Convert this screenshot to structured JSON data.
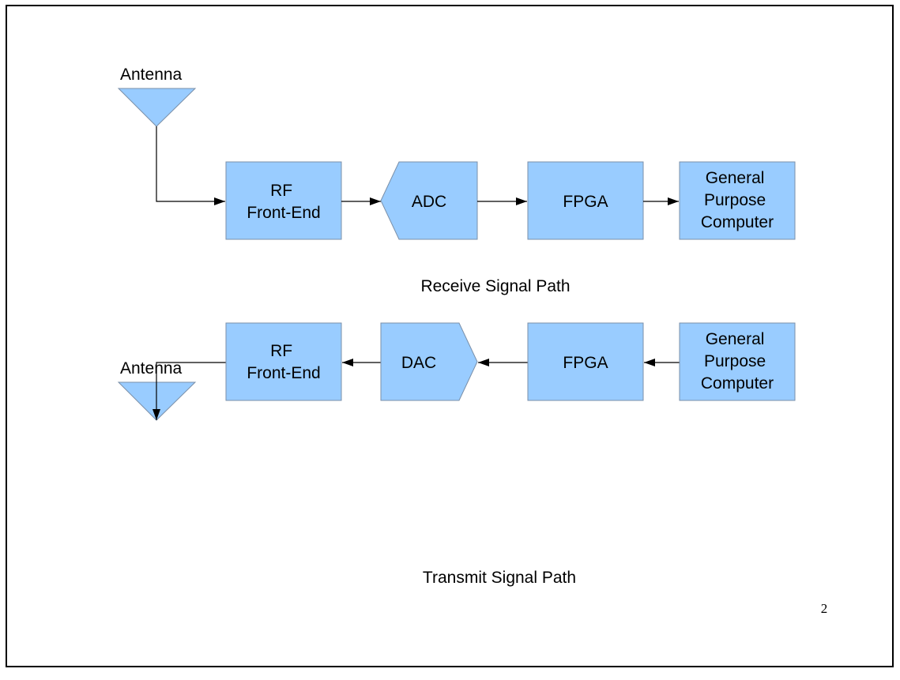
{
  "colors": {
    "block_fill": "#99ccff",
    "line": "#000000",
    "border": "#000000",
    "background": "#ffffff"
  },
  "receive": {
    "antenna": "Antenna",
    "rf_front_end": [
      "RF",
      "Front-End"
    ],
    "adc": "ADC",
    "fpga": "FPGA",
    "computer": [
      "General",
      "Purpose",
      "Computer"
    ],
    "caption": "Receive Signal Path"
  },
  "transmit": {
    "antenna": "Antenna",
    "rf_front_end": [
      "RF",
      "Front-End"
    ],
    "dac": "DAC",
    "fpga": "FPGA",
    "computer": [
      "General",
      "Purpose",
      "Computer"
    ],
    "caption": "Transmit Signal Path"
  },
  "page_number": "2"
}
